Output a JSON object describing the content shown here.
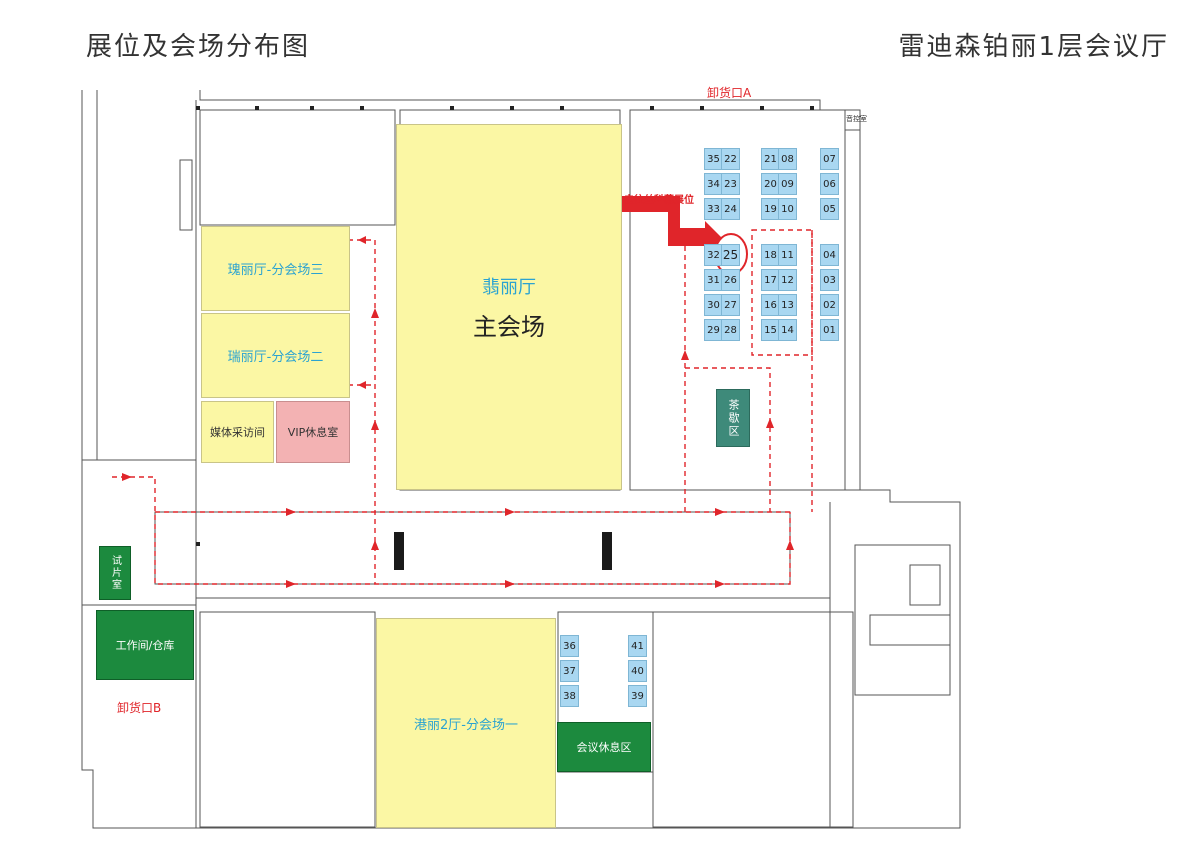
{
  "header": {
    "title_left": "展位及会场分布图",
    "title_right": "雷迪森铂丽1层会议厅"
  },
  "rooms": {
    "main_hall_name": "翡丽厅",
    "main_hall_sub": "主会场",
    "gui_li": "瑰丽厅-分会场三",
    "rui_li": "瑞丽厅-分会场二",
    "media": "媒体采访间",
    "vip": "VIP休息室",
    "gang_li": "港丽2厅-分会场一",
    "rest": "会议休息区",
    "tea": "茶歇区",
    "trial": "试片室",
    "workroom": "工作间/仓库",
    "sound": "音控室"
  },
  "labels": {
    "dock_a": "卸货口A",
    "dock_b": "卸货口B",
    "go_to": "去往丝科慕展位",
    "highlight_booth": "25"
  },
  "booths": {
    "group1": [
      "35",
      "22",
      "34",
      "23",
      "33",
      "24"
    ],
    "group2": [
      "21",
      "08",
      "20",
      "09",
      "19",
      "10"
    ],
    "group3": [
      "07",
      "06",
      "05"
    ],
    "group4": [
      "32",
      "25",
      "31",
      "26",
      "30",
      "27",
      "29",
      "28"
    ],
    "group5": [
      "18",
      "11",
      "17",
      "12",
      "16",
      "13",
      "15",
      "14"
    ],
    "group6": [
      "04",
      "03",
      "02",
      "01"
    ],
    "group7": [
      "36",
      "37",
      "38"
    ],
    "group8": [
      "41",
      "40",
      "39"
    ]
  },
  "colors": {
    "booth_blue": "#a9d7f1",
    "hall_yellow": "#fbf7a4",
    "room_green": "#1c8a3e",
    "arrow_red": "#e0252a",
    "label_cyan": "#2ba3d1"
  }
}
